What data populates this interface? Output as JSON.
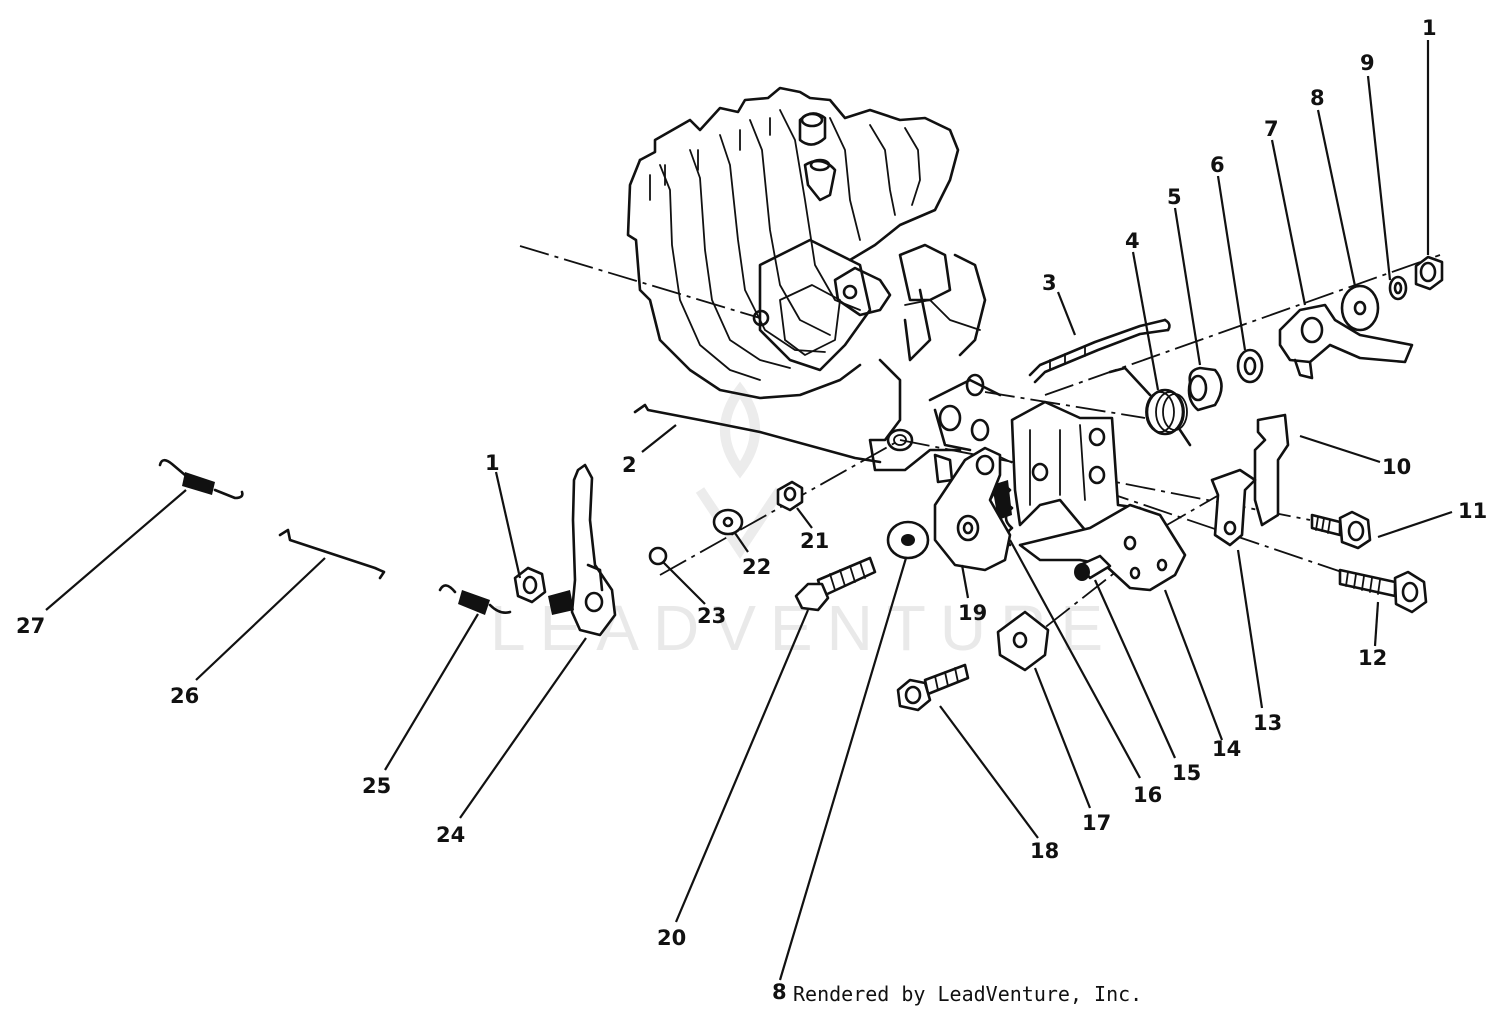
{
  "watermark": "LEADVENTURE",
  "credit": "Rendered by LeadVenture, Inc.",
  "credit_callout": "8",
  "callouts": [
    {
      "id": "c1a",
      "label": "1"
    },
    {
      "id": "c9",
      "label": "9"
    },
    {
      "id": "c8a",
      "label": "8"
    },
    {
      "id": "c7",
      "label": "7"
    },
    {
      "id": "c6",
      "label": "6"
    },
    {
      "id": "c5",
      "label": "5"
    },
    {
      "id": "c4",
      "label": "4"
    },
    {
      "id": "c3",
      "label": "3"
    },
    {
      "id": "c10",
      "label": "10"
    },
    {
      "id": "c11",
      "label": "11"
    },
    {
      "id": "c12",
      "label": "12"
    },
    {
      "id": "c13",
      "label": "13"
    },
    {
      "id": "c14",
      "label": "14"
    },
    {
      "id": "c15",
      "label": "15"
    },
    {
      "id": "c16",
      "label": "16"
    },
    {
      "id": "c17",
      "label": "17"
    },
    {
      "id": "c18",
      "label": "18"
    },
    {
      "id": "c19",
      "label": "19"
    },
    {
      "id": "c20",
      "label": "20"
    },
    {
      "id": "c21",
      "label": "21"
    },
    {
      "id": "c22",
      "label": "22"
    },
    {
      "id": "c23",
      "label": "23"
    },
    {
      "id": "c24",
      "label": "24"
    },
    {
      "id": "c25",
      "label": "25"
    },
    {
      "id": "c26",
      "label": "26"
    },
    {
      "id": "c27",
      "label": "27"
    },
    {
      "id": "c2",
      "label": "2"
    },
    {
      "id": "c1b",
      "label": "1"
    }
  ]
}
